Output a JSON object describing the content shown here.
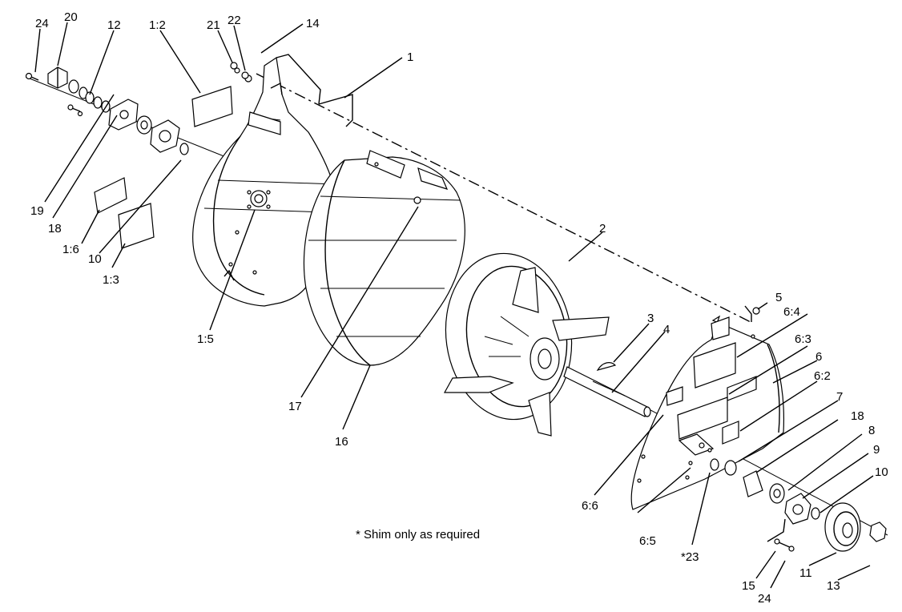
{
  "diagram": {
    "note": "* Shim only as required",
    "callouts": {
      "p24a": "24",
      "p20": "20",
      "p12": "12",
      "p1_2": "1:2",
      "p21": "21",
      "p22": "22",
      "p14": "14",
      "p1": "1",
      "p19": "19",
      "p18a": "18",
      "p1_6": "1:6",
      "p10a": "10",
      "p1_3": "1:3",
      "p1_5": "1:5",
      "p17": "17",
      "p16": "16",
      "p2": "2",
      "p3": "3",
      "p4": "4",
      "p5": "5",
      "p6_4": "6:4",
      "p6_3": "6:3",
      "p6": "6",
      "p6_2": "6:2",
      "p7": "7",
      "p18b": "18",
      "p8": "8",
      "p9": "9",
      "p10b": "10",
      "p6_6": "6:6",
      "p6_5": "6:5",
      "p23": "*23",
      "p15": "15",
      "p24b": "24",
      "p11": "11",
      "p13": "13"
    }
  }
}
